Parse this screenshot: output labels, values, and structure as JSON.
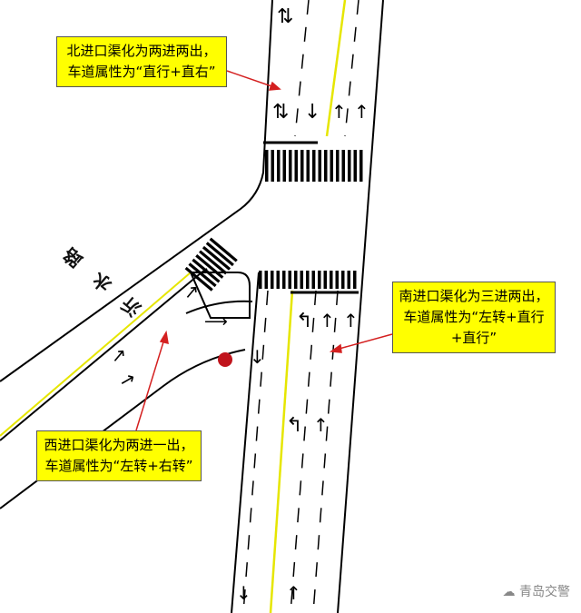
{
  "labels": {
    "north": "北进口渠化为两进两出，车道属性为“直行+直右”",
    "south": "南进口渠化为三进两出，车道属性为“左转+直行+直行”",
    "west": "西进口渠化为两进一出，车道属性为“左转+右转”"
  },
  "road_name": "沂水路",
  "watermark": "青岛交警",
  "colors": {
    "label_bg": "#ffff00",
    "arrow": "#d42020",
    "center_line": "#e6e600"
  }
}
